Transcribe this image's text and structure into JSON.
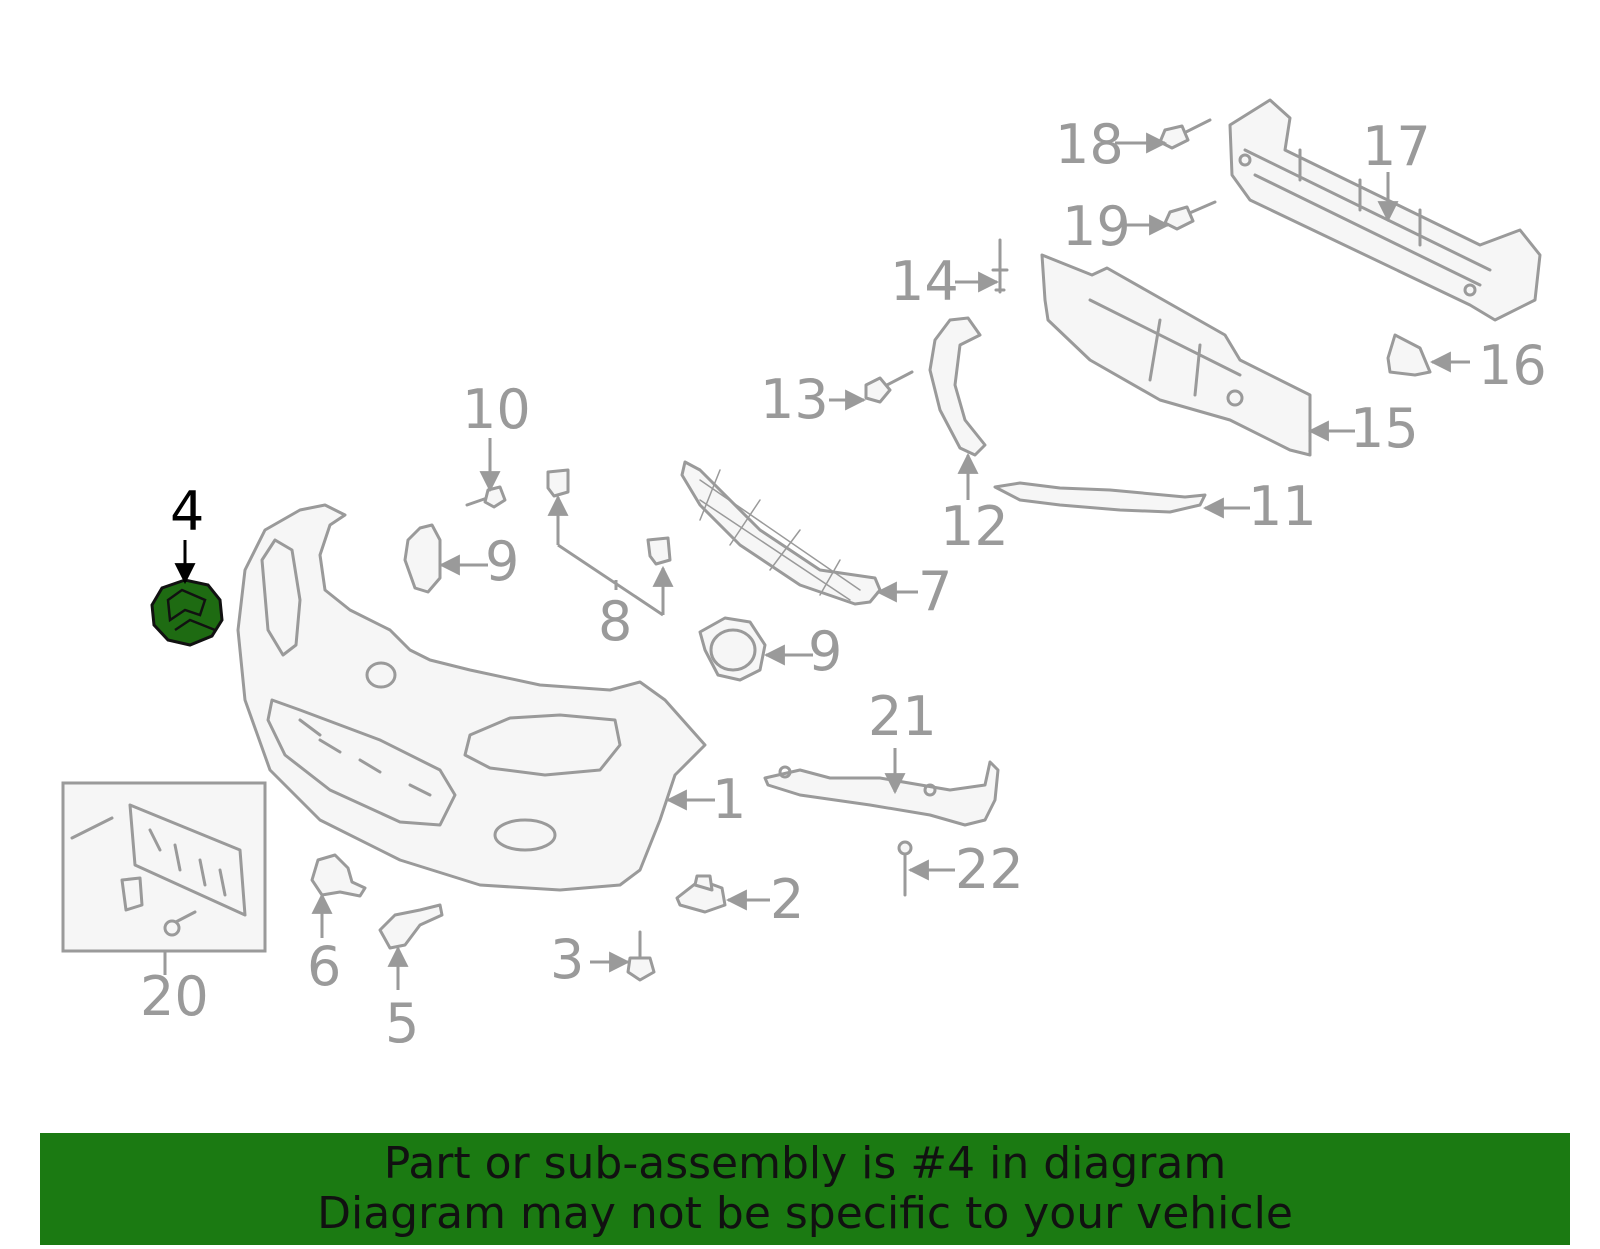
{
  "callouts": {
    "c1": "1",
    "c2": "2",
    "c3": "3",
    "c4": "4",
    "c5": "5",
    "c6": "6",
    "c7": "7",
    "c8": "8",
    "c9a": "9",
    "c9b": "9",
    "c10": "10",
    "c11": "11",
    "c12": "12",
    "c13": "13",
    "c14": "14",
    "c15": "15",
    "c16": "16",
    "c17": "17",
    "c18": "18",
    "c19": "19",
    "c20": "20",
    "c21": "21",
    "c22": "22"
  },
  "highlight": {
    "part_number": "4",
    "color": "#1b7a12"
  },
  "banner": {
    "line1": "Part or sub-assembly is #4 in diagram",
    "line2": "Diagram may not be specific to your vehicle"
  }
}
